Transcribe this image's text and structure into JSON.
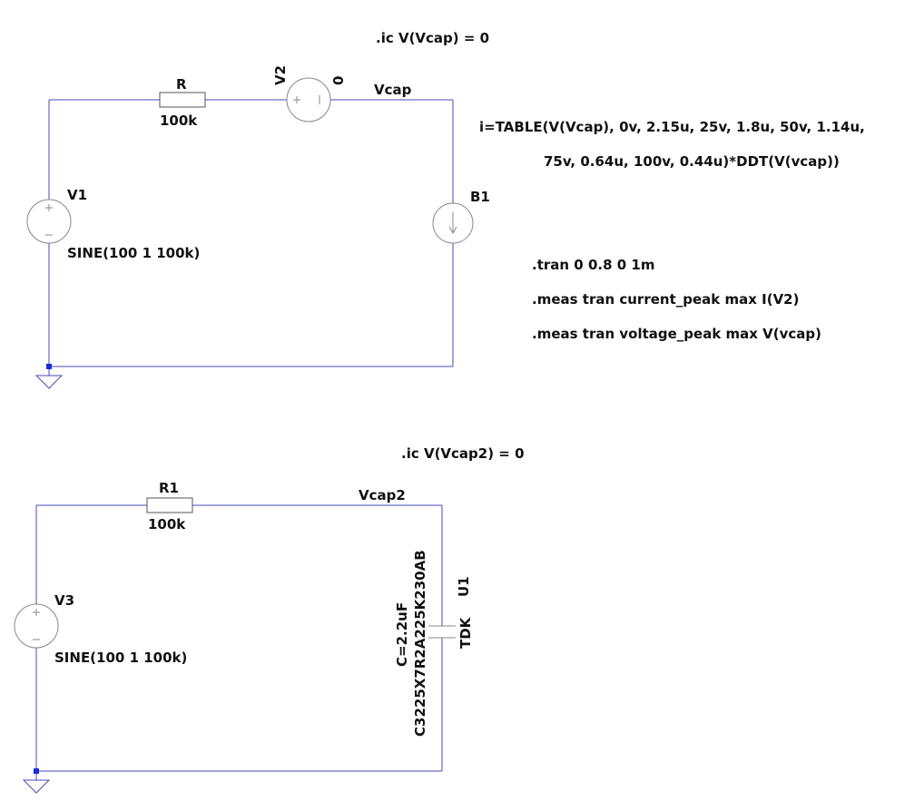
{
  "circuit1": {
    "ic_directive": ".ic V(Vcap) = 0",
    "resistor": {
      "name": "R",
      "value": "100k"
    },
    "current_sense_source": {
      "name": "V2",
      "value": "0"
    },
    "node_label": "Vcap",
    "source": {
      "name": "V1",
      "value": "SINE(100 1 100k)"
    },
    "behavioral_source": {
      "name": "B1",
      "expression_line1": "i=TABLE(V(Vcap), 0v, 2.15u, 25v, 1.8u, 50v, 1.14u,",
      "expression_line2": "75v, 0.64u, 100v, 0.44u)*DDT(V(vcap))"
    },
    "directives": [
      ".tran 0 0.8 0 1m",
      ".meas tran current_peak max I(V2)",
      ".meas tran voltage_peak max V(vcap)"
    ]
  },
  "circuit2": {
    "ic_directive": ".ic V(Vcap2) = 0",
    "resistor": {
      "name": "R1",
      "value": "100k"
    },
    "node_label": "Vcap2",
    "source": {
      "name": "V3",
      "value": "SINE(100 1 100k)"
    },
    "capacitor": {
      "name": "U1",
      "manufacturer": "TDK",
      "capacitance": "C=2.2uF",
      "part_number": "C3225X7R2A225K230AB"
    }
  },
  "colors": {
    "wire": "#4a4ab8",
    "node": "#1a2ad8",
    "text": "#111111",
    "background": "#ffffff"
  }
}
